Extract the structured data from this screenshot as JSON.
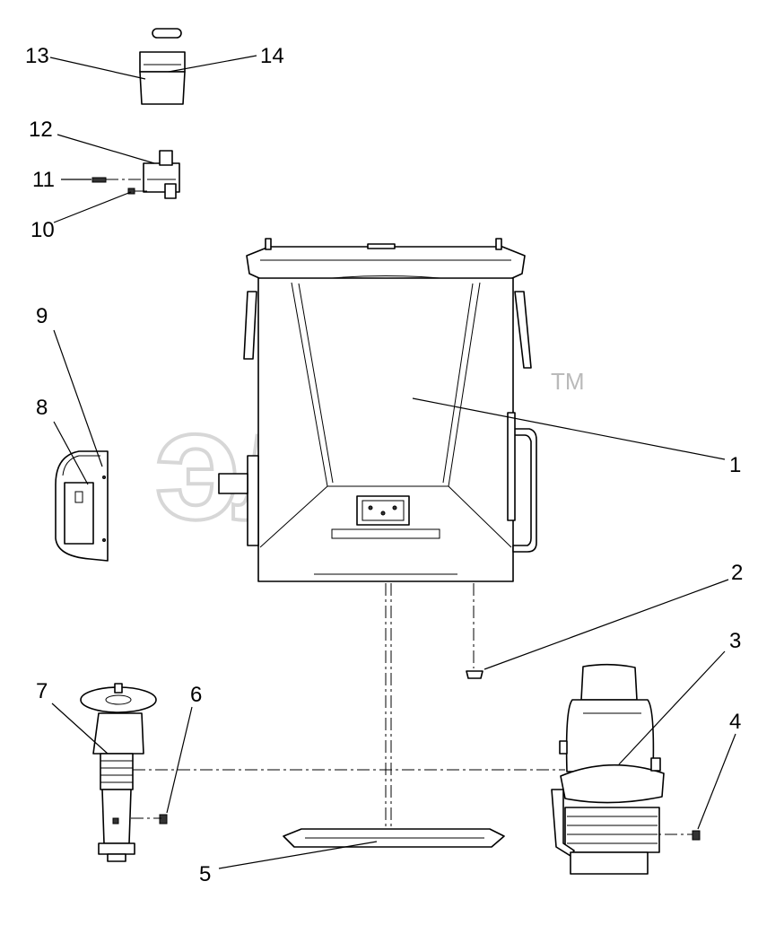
{
  "watermark": {
    "text": "элф",
    "trademark": "TM"
  },
  "callouts": [
    {
      "id": "callout-1",
      "label": "1"
    },
    {
      "id": "callout-2",
      "label": "2"
    },
    {
      "id": "callout-3",
      "label": "3"
    },
    {
      "id": "callout-4",
      "label": "4"
    },
    {
      "id": "callout-5",
      "label": "5"
    },
    {
      "id": "callout-6",
      "label": "6"
    },
    {
      "id": "callout-7",
      "label": "7"
    },
    {
      "id": "callout-8",
      "label": "8"
    },
    {
      "id": "callout-9",
      "label": "9"
    },
    {
      "id": "callout-10",
      "label": "10"
    },
    {
      "id": "callout-11",
      "label": "11"
    },
    {
      "id": "callout-12",
      "label": "12"
    },
    {
      "id": "callout-13",
      "label": "13"
    },
    {
      "id": "callout-14",
      "label": "14"
    }
  ]
}
